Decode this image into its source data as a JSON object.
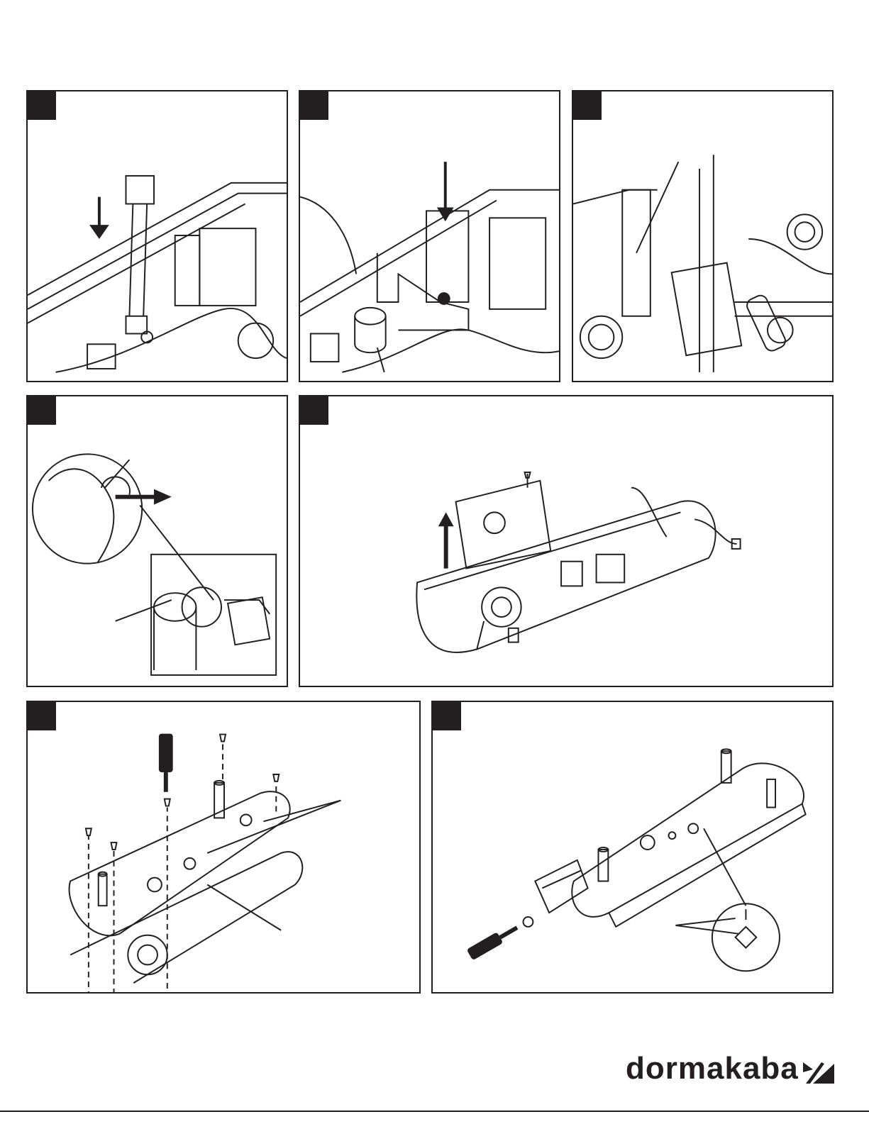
{
  "brand": {
    "name": "dormakaba",
    "color": "#231f20"
  },
  "panels": [
    {
      "id": "step-a",
      "icon": "arrow-down-icon"
    },
    {
      "id": "step-b",
      "icon": "arrow-down-icon"
    },
    {
      "id": "step-c",
      "icon": "callout-pointer-icon"
    },
    {
      "id": "step-d",
      "icon": "arrow-right-icon"
    },
    {
      "id": "step-e",
      "icon": "arrow-up-icon"
    },
    {
      "id": "step-f",
      "icon": "screwdriver-icon"
    },
    {
      "id": "step-g",
      "icon": "screwdriver-icon"
    }
  ]
}
